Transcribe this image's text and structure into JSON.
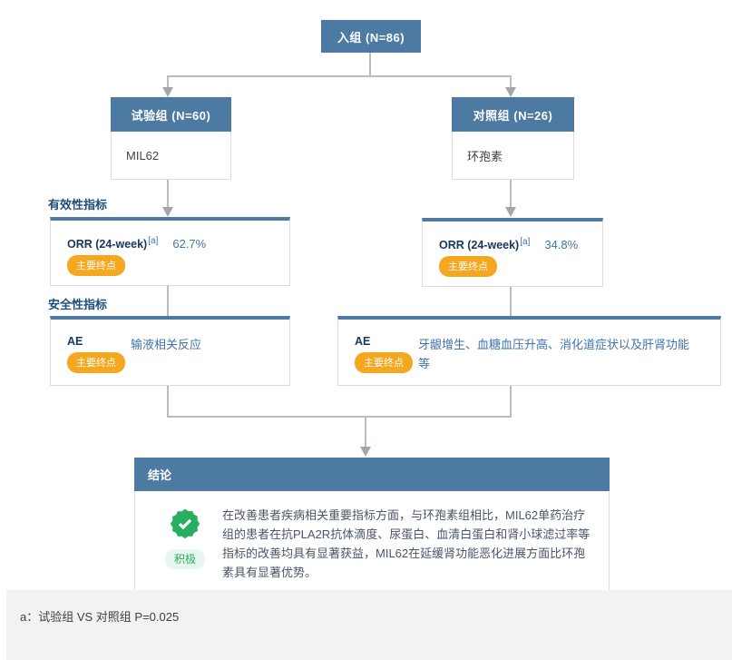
{
  "colors": {
    "steel_blue": "#4d7aa2",
    "navy_label": "#1d4e79",
    "metric_navy": "#17375e",
    "value_blue": "#3f74ad",
    "badge_orange": "#f5a71f",
    "positive_green": "#27ae60",
    "connector_gray": "#b9bdc1",
    "footer_gray": "#f2f2f3"
  },
  "flow": {
    "enroll_label": "入组 (N=86)",
    "trial_group": {
      "header": "试验组 (N=60)",
      "body": "MIL62"
    },
    "control_group": {
      "header": "对照组 (N=26)",
      "body": "环孢素"
    },
    "efficacy_section_label": "有效性指标",
    "safety_section_label": "安全性指标",
    "efficacy": {
      "metric": "ORR (24-week)",
      "footnote_ref": "[a]",
      "badge": "主要终点",
      "trial_value": "62.7%",
      "control_value": "34.8%"
    },
    "safety": {
      "metric": "AE",
      "badge": "主要终点",
      "trial_description": "输液相关反应",
      "control_description": "牙龈增生、血糖血压升高、消化道症状以及肝肾功能等"
    },
    "conclusion": {
      "header": "结论",
      "verdict": "积极",
      "text": "在改善患者疾病相关重要指标方面，与环孢素组相比，MIL62单药治疗组的患者在抗PLA2R抗体滴度、尿蛋白、血清白蛋白和肾小球滤过率等指标的改善均具有显著获益，MIL62在延缓肾功能恶化进展方面比环孢素具有显著优势。"
    },
    "footnote": "a：试验组 VS 对照组 P=0.025"
  }
}
